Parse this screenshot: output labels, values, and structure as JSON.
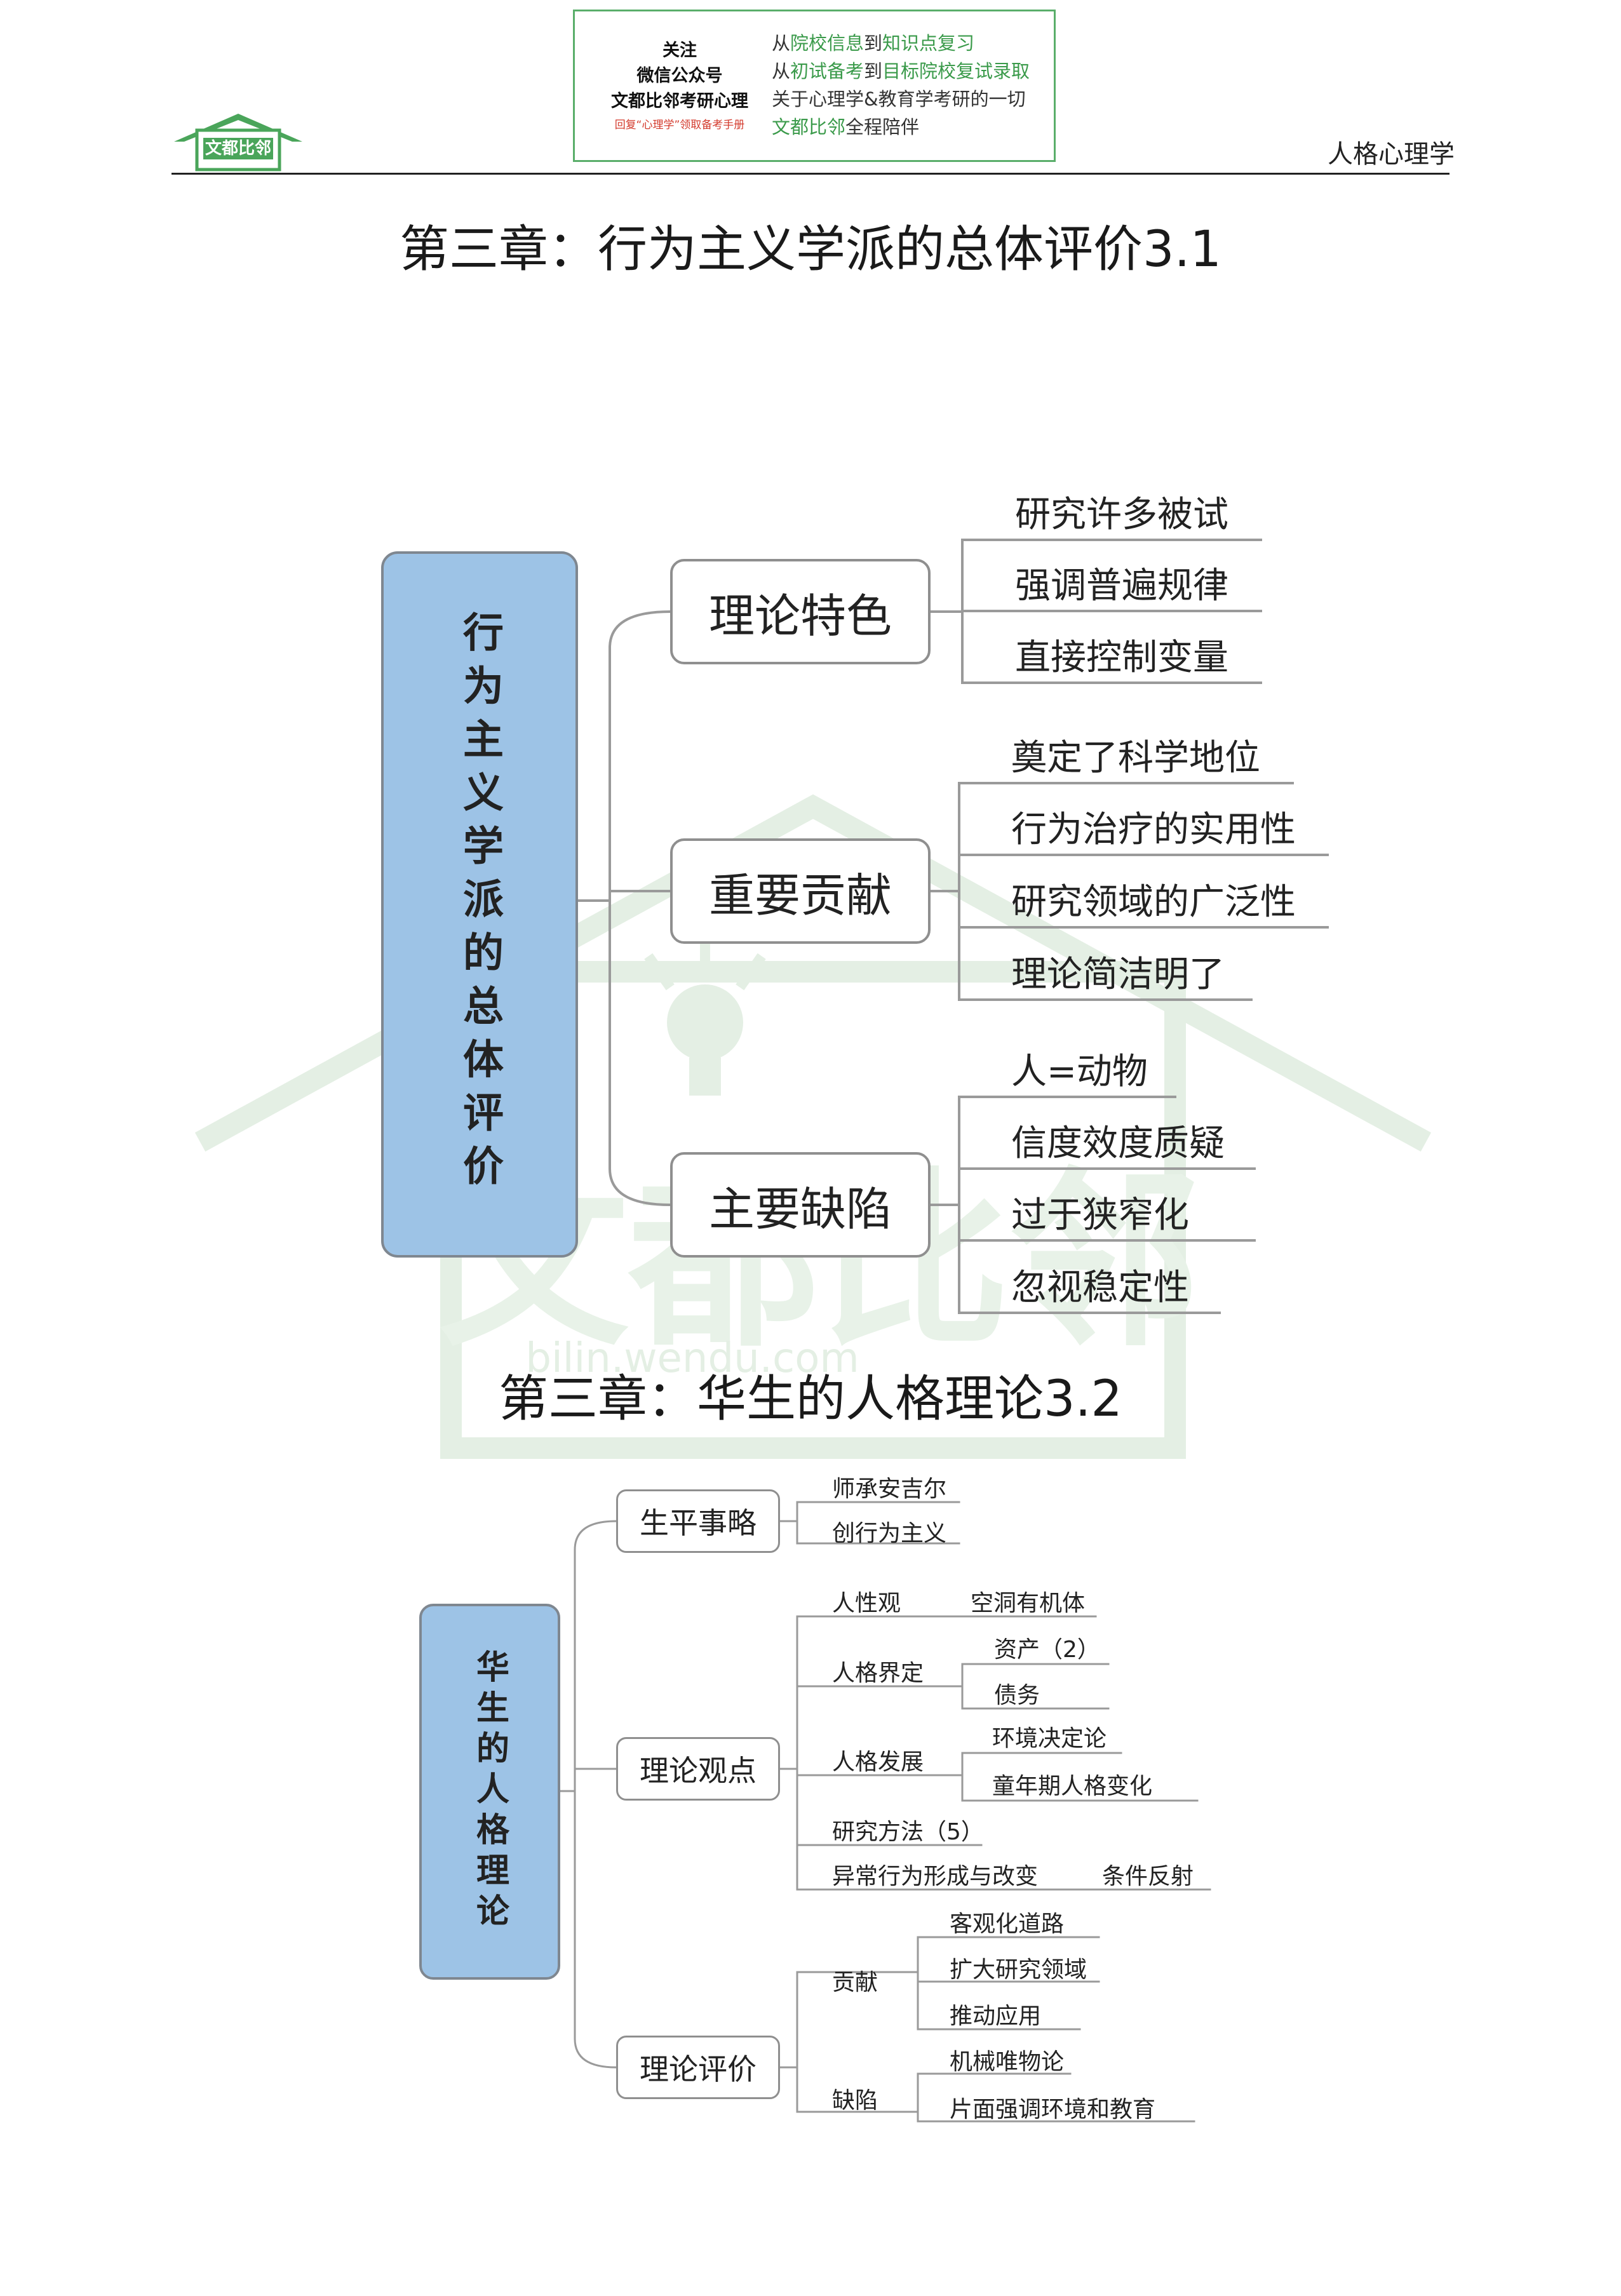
{
  "header": {
    "promo": {
      "left": [
        "关注",
        "微信公众号",
        "文都比邻考研心理"
      ],
      "left_small": "回复“心理学”领取备考手册",
      "right": [
        {
          "a": "从",
          "b": "院校信息",
          "c": "到",
          "d": "知识点复习"
        },
        {
          "a": "从",
          "b": "初试备考",
          "c": "到",
          "d": "目标院校复试录取"
        },
        {
          "line": "关于心理学&教育学考研的一切"
        },
        {
          "a": "",
          "b": "文都比邻",
          "c": "全程陪伴",
          "d": ""
        }
      ]
    },
    "logo_text": "文都比邻",
    "section_label": "人格心理学",
    "brand_color": "#5aae6a"
  },
  "watermark": {
    "text": "文都比邻",
    "url": "bilin.wendu.com"
  },
  "map1": {
    "title": "第三章：行为主义学派的总体评价3.1",
    "root": "行为主义学派的总体评价",
    "branches": [
      {
        "label": "理论特色",
        "leaves": [
          "研究许多被试",
          "强调普遍规律",
          "直接控制变量"
        ]
      },
      {
        "label": "重要贡献",
        "leaves": [
          "奠定了科学地位",
          "行为治疗的实用性",
          "研究领域的广泛性",
          "理论简洁明了"
        ]
      },
      {
        "label": "主要缺陷",
        "leaves": [
          "人=动物",
          "信度效度质疑",
          "过于狭窄化",
          "忽视稳定性"
        ]
      }
    ]
  },
  "map2": {
    "title": "第三章：华生的人格理论3.2",
    "root": "华生的人格理论",
    "branches": [
      {
        "label": "生平事略",
        "items": [
          "师承安吉尔",
          "创行为主义"
        ]
      },
      {
        "label": "理论观点",
        "items": {
          "personality_view": {
            "label": "人性观",
            "value": "空洞有机体"
          },
          "personality_definition": {
            "label": "人格界定",
            "children": [
              "资产（2）",
              "债务"
            ]
          },
          "personality_development": {
            "label": "人格发展",
            "children": [
              "环境决定论",
              "童年期人格变化"
            ]
          },
          "research_methods": "研究方法（5）",
          "abnormal_behavior": {
            "label": "异常行为形成与改变",
            "value": "条件反射"
          }
        }
      },
      {
        "label": "理论评价",
        "items": {
          "contribution": {
            "label": "贡献",
            "children": [
              "客观化道路",
              "扩大研究领域",
              "推动应用"
            ]
          },
          "defect": {
            "label": "缺陷",
            "children": [
              "机械唯物论",
              "片面强调环境和教育"
            ]
          }
        }
      }
    ]
  },
  "colors": {
    "root_fill": "#9dc3e6",
    "border": "#8f8f8f",
    "line": "#9a9a9a"
  }
}
